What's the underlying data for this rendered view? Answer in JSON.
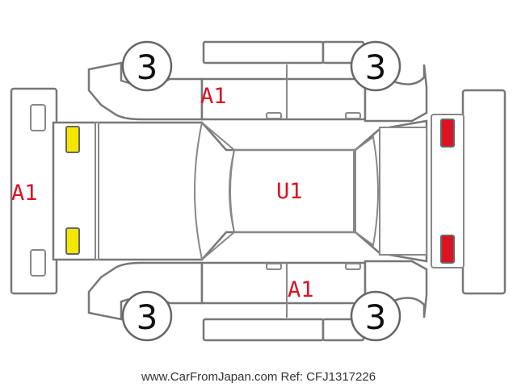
{
  "diagram": {
    "tire_grades": {
      "front_left": "3",
      "front_right": "3",
      "rear_left": "3",
      "rear_right": "3"
    },
    "damage_codes": {
      "front_bumper": "A1",
      "upper_side": "A1",
      "roof": "U1",
      "lower_side": "A1"
    },
    "colors": {
      "damage_text": "#dd1122",
      "headlight": "#f5e600",
      "taillight": "#dd1122",
      "outline": "#777777"
    },
    "lights": {
      "front": "headlights-yellow",
      "rear": "taillights-red"
    }
  },
  "footer": {
    "watermark": "www.CarFromJapan.com Ref: CFJ1317226"
  }
}
